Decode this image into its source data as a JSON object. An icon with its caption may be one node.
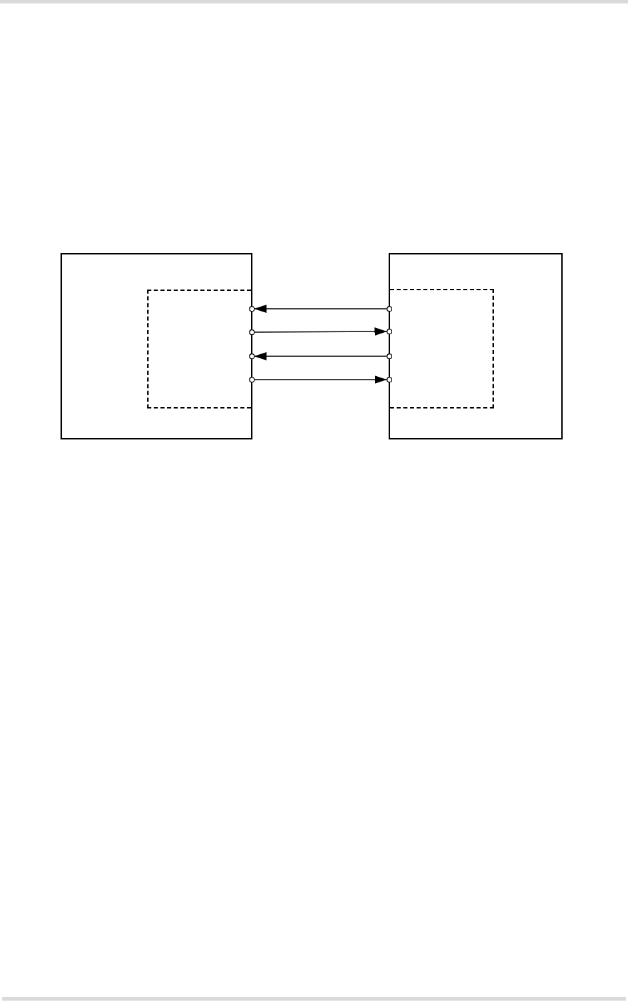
{
  "diagram": {
    "nodes": [
      {
        "text": [],
        "shape": "box"
      },
      {
        "text": [],
        "shape": "box",
        "in": 0
      },
      {
        "text": [],
        "shape": "box"
      },
      {
        "text": [],
        "shape": "box",
        "in": 2
      },
      {
        "text": [],
        "shape": "circle"
      },
      {
        "text": [],
        "shape": "circle"
      },
      {
        "text": [],
        "shape": "circle"
      },
      {
        "text": [],
        "shape": "circle"
      },
      {
        "text": [],
        "shape": "circle"
      },
      {
        "text": [],
        "shape": "circle"
      },
      {
        "text": [],
        "shape": "circle"
      },
      {
        "text": [],
        "shape": "circle"
      }
    ],
    "edges": [
      {
        "from": 8,
        "to": 4,
        "arrow": "to"
      },
      {
        "from": 5,
        "to": 9,
        "arrow": "to"
      },
      {
        "from": 10,
        "to": 6,
        "arrow": "to"
      },
      {
        "from": 7,
        "to": 11,
        "arrow": "to"
      }
    ]
  }
}
